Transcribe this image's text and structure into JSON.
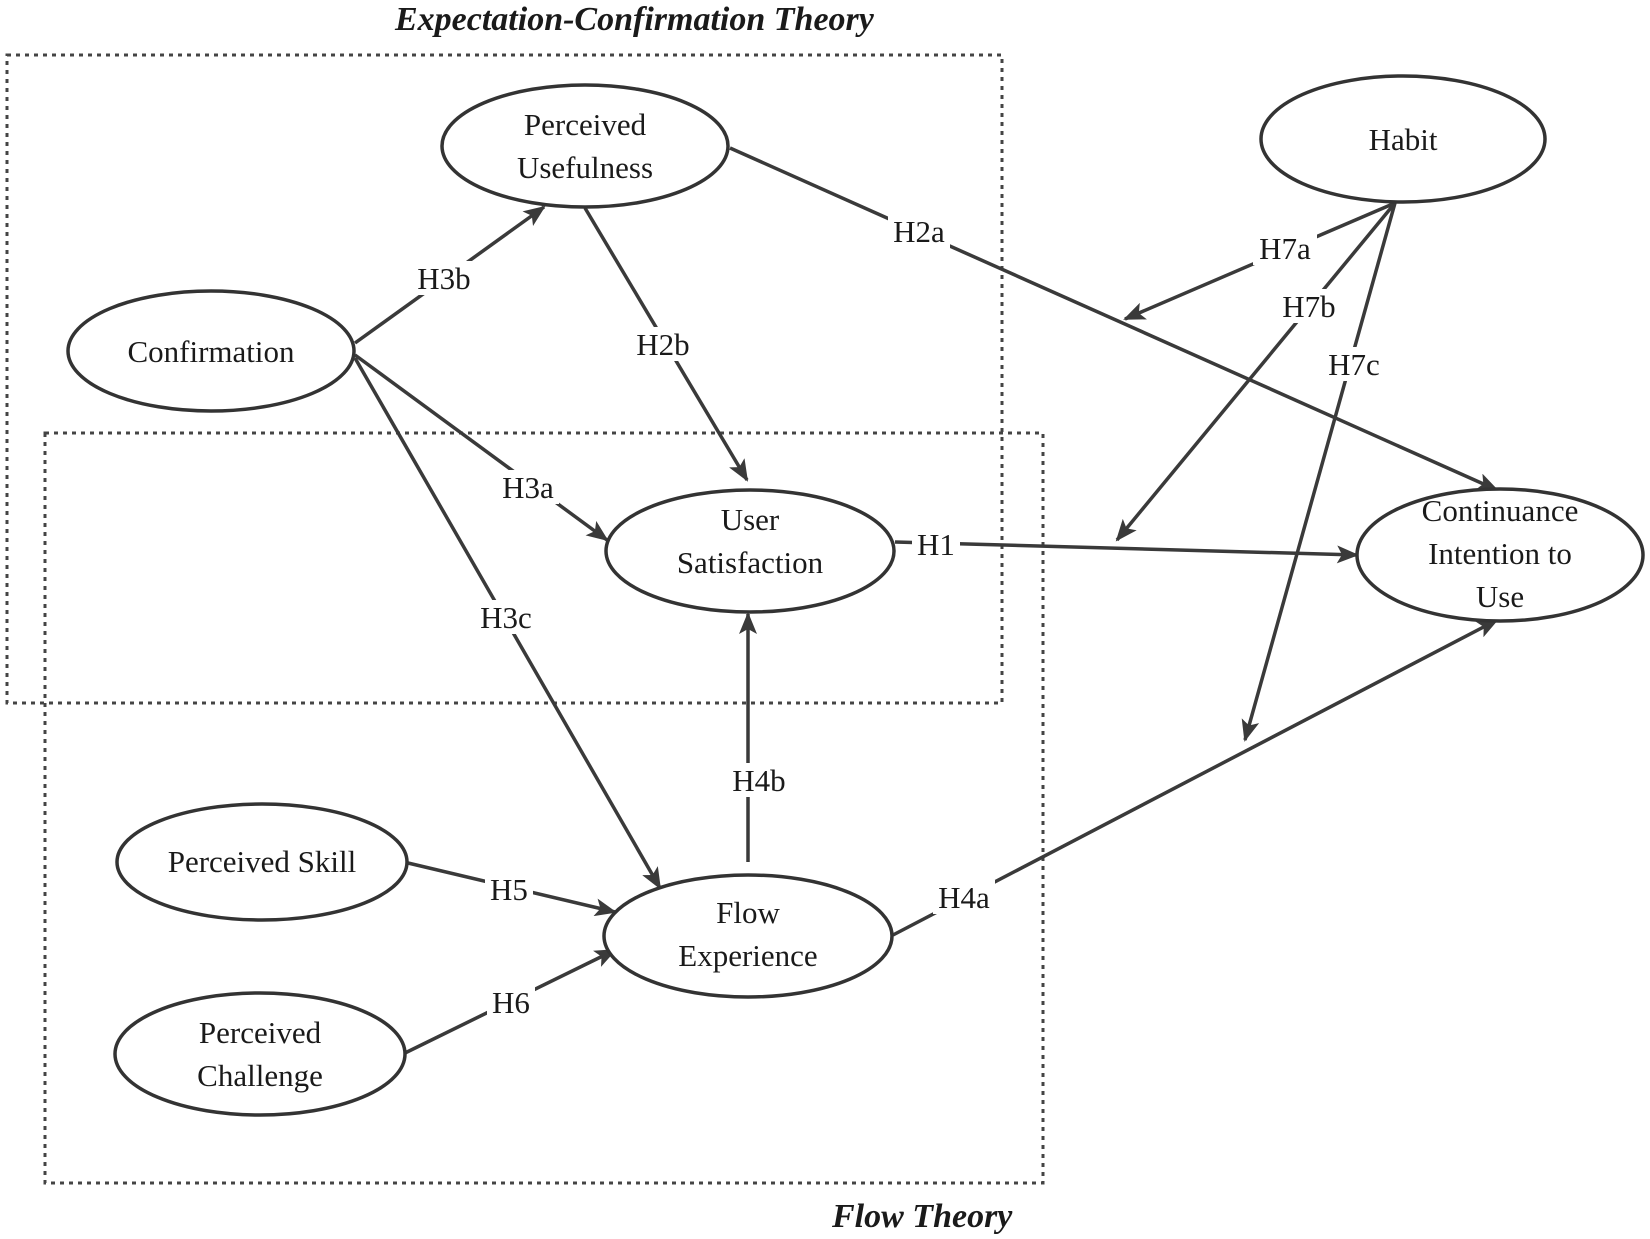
{
  "theories": {
    "ect": "Expectation-Confirmation Theory",
    "flow": "Flow Theory"
  },
  "nodes": {
    "perceived_usefulness": [
      "Perceived",
      "Usefulness"
    ],
    "confirmation": [
      "Confirmation"
    ],
    "user_satisfaction": [
      "User",
      "Satisfaction"
    ],
    "habit": [
      "Habit"
    ],
    "continuance_intention": [
      "Continuance",
      "Intention to",
      "Use"
    ],
    "perceived_skill": [
      "Perceived Skill"
    ],
    "perceived_challenge": [
      "Perceived",
      "Challenge"
    ],
    "flow_experience": [
      "Flow",
      "Experience"
    ]
  },
  "hypotheses": {
    "H1": "H1",
    "H2a": "H2a",
    "H2b": "H2b",
    "H3a": "H3a",
    "H3b": "H3b",
    "H3c": "H3c",
    "H4a": "H4a",
    "H4b": "H4b",
    "H5": "H5",
    "H6": "H6",
    "H7a": "H7a",
    "H7b": "H7b",
    "H7c": "H7c"
  },
  "colors": {
    "stroke": "#333333",
    "text": "#1a1a1a",
    "background": "#ffffff"
  }
}
